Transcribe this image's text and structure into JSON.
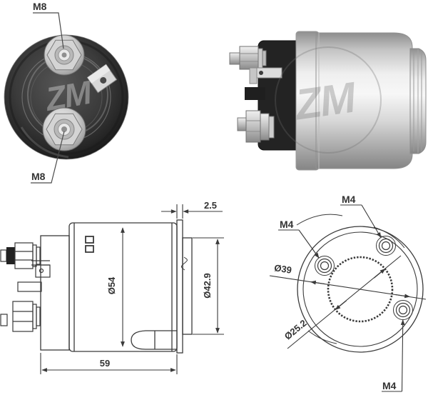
{
  "watermark": {
    "text": "ZM"
  },
  "front_photo": {
    "terminal_label_top": "M8",
    "terminal_label_bottom": "M8"
  },
  "profile_drawing": {
    "flange_thickness": "2.5",
    "body_diameter": "Ø54",
    "pilot_diameter": "Ø42.9",
    "overall_length": "59"
  },
  "end_drawing": {
    "hole_label_top": "M4",
    "hole_label_left": "M4",
    "hole_label_bottom": "M4",
    "bolt_circle_diameter": "Ø39",
    "bore_diameter": "Ø25.2"
  },
  "colors": {
    "background": "#ffffff",
    "drawing_line": "#3a3a3a",
    "text": "#333333",
    "metal_light": "#e9e9e9",
    "metal_mid": "#b5b5b5",
    "black_part": "#1d1d1d"
  }
}
